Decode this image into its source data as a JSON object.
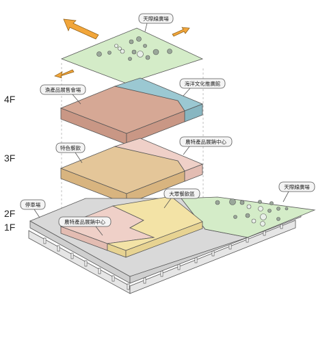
{
  "floors": [
    {
      "id": "4F",
      "label": "4F"
    },
    {
      "id": "3F",
      "label": "3F"
    },
    {
      "id": "2F",
      "label": "2F"
    },
    {
      "id": "1F",
      "label": "1F"
    }
  ],
  "callouts": {
    "roof_green": "天際線廣場",
    "f4_left": "漁產品展售會場",
    "f4_right": "海洋文化推廣館",
    "f3_left": "特色餐飲",
    "f3_right": "農特產品展銷中心",
    "f2_parking": "停車場",
    "f2_left": "農特產品展銷中心",
    "f2_dining": "大眾餐飲區",
    "f2_green": "天際線廣場"
  },
  "colors": {
    "green": "#d4ecc8",
    "salmon": "#d6a895",
    "blue": "#9bc8d2",
    "tan": "#e4c699",
    "pink": "#efd0c8",
    "yellow": "#f3e3a6",
    "gray": "#d9d9d9",
    "light_gray": "#e8e6ea",
    "orange_arrow": "#f2a63a"
  }
}
